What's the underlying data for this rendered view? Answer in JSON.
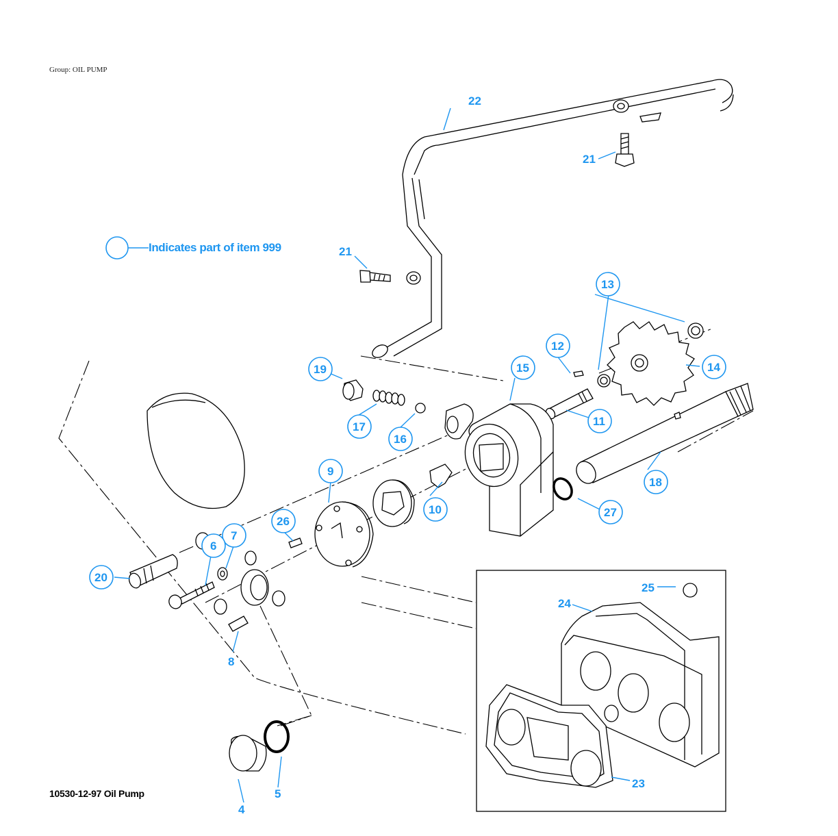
{
  "header": {
    "group": "Group: OIL PUMP"
  },
  "legend": {
    "text": "Indicates part of item 999"
  },
  "footer": {
    "figure_id": "10530-12-97 Oil Pump"
  },
  "colors": {
    "callout": "#1e96f0",
    "line": "#000000"
  },
  "callouts": {
    "c4": "4",
    "c5": "5",
    "c6": "6",
    "c7": "7",
    "c8": "8",
    "c9": "9",
    "c10": "10",
    "c11": "11",
    "c12": "12",
    "c13": "13",
    "c14": "14",
    "c15": "15",
    "c16": "16",
    "c17": "17",
    "c18": "18",
    "c19": "19",
    "c20": "20",
    "c21a": "21",
    "c21b": "21",
    "c22": "22",
    "c23": "23",
    "c24": "24",
    "c25": "25",
    "c26": "26",
    "c27": "27"
  }
}
